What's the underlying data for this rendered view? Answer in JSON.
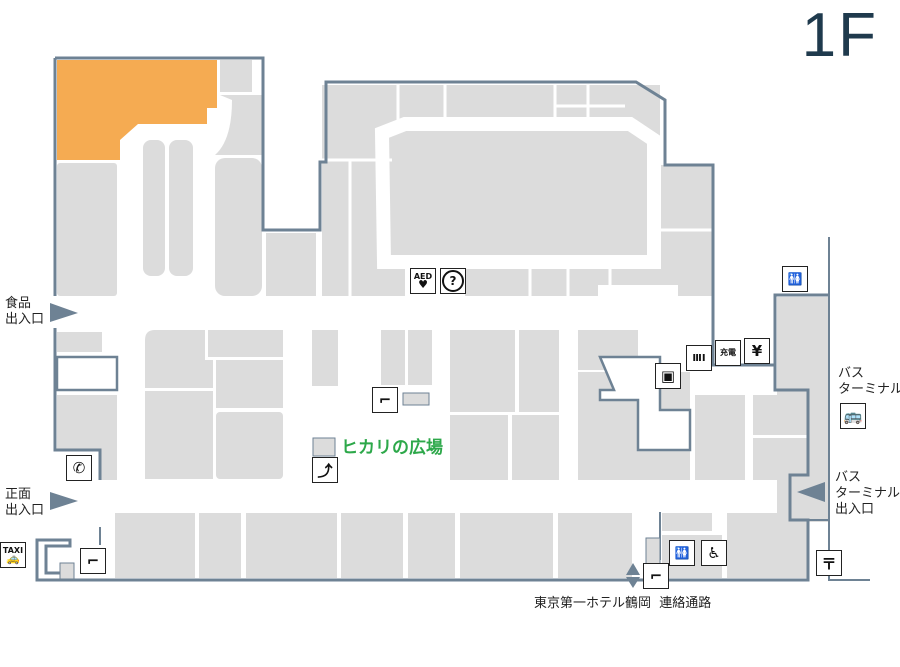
{
  "floor_label": "1F",
  "plaza_label": "ヒカリの広場",
  "entrances": {
    "food": "食品\n出入口",
    "front": "正面\n出入口",
    "bus_exit": "バス\nターミナル\n出入口"
  },
  "bus_terminal_label": "バス\nターミナル",
  "hotel_passage_label": "東京第一ホテル鶴岡  連絡通路",
  "icons": {
    "aed": "AED",
    "taxi": "TAXI",
    "charge": "充電",
    "yen": "¥",
    "post": "〒",
    "info": "?"
  },
  "colors": {
    "wall": "#6e8294",
    "room": "#dcdcdc",
    "highlight": "#f5ab52",
    "plaza": "#2da84a",
    "floor": "#1f3a4d"
  }
}
